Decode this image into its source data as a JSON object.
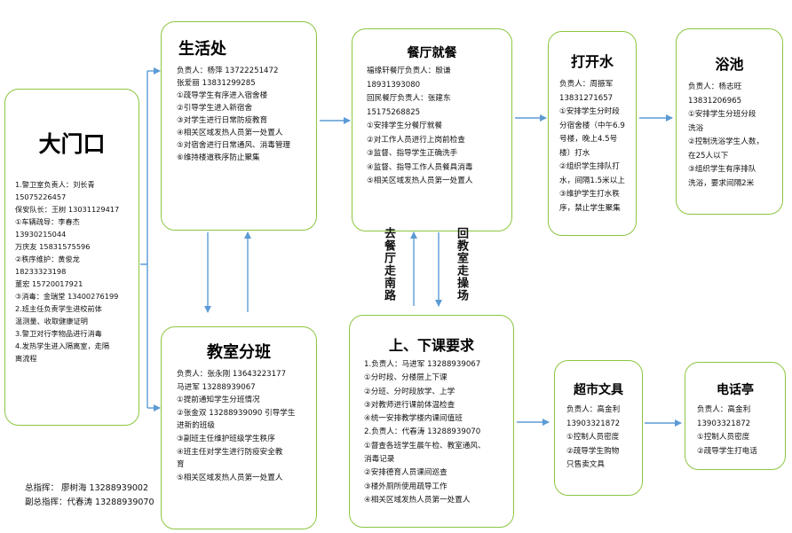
{
  "gate": {
    "title": "大门口",
    "lines": [
      "1.警卫室负责人：刘长青",
      "15075226457",
      "保安队长：王树 13031129417",
      "①车辆疏导：李春杰",
      "13930215044",
      "万庆友 15831575596",
      "②秩序维护：黄俊龙",
      "18233323198",
      "董宏 15720017921",
      "③消毒：金瑞堂 13400276199",
      "2.班主任负责学生进校前体",
      "温测量、收取健康证明",
      "3.警卫对行李物品进行消毒",
      "4.发热学生进入隔离室，走隔",
      "离流程"
    ]
  },
  "life": {
    "title": "生活处",
    "lines": [
      "负责人：杨萍 13722251472",
      "张爱丽 13831299285",
      "①疏导学生有序进入宿舍楼",
      "②引导学生进入新宿舍",
      "③对学生进行日常防疫教育",
      "④相关区域发热人员第一处置人",
      "⑤对宿舍进行日常通风、消毒管理",
      "⑥维持楼道秩序防止聚集"
    ]
  },
  "dining": {
    "title": "餐厅就餐",
    "lines": [
      "福缘轩餐厅负责人：殷谦",
      "18931393080",
      "回民餐厅负责人：张建东",
      "15175268825",
      "①安排学生分餐厅就餐",
      "②对工作人员进行上岗前检查",
      "③监督、指导学生正确洗手",
      "④监督、指导工作人员餐具消毒",
      "⑤相关区域发热人员第一处置人"
    ]
  },
  "water": {
    "title": "打开水",
    "lines": [
      "负责人：周振军",
      "13831271657",
      "①安排学生分时段",
      "分宿舍楼（中午6.9",
      "号楼，晚上4.5号",
      "楼）打水",
      "②组织学生排队打",
      "水，间隔1.5米以上",
      "③维护学生打水秩",
      "序，禁止学生聚集"
    ]
  },
  "bath": {
    "title": "浴池",
    "lines": [
      "负责人：杨志旺",
      "13831206965",
      "①安排学生分班分段",
      "洗浴",
      "②控制洗浴学生人数，",
      "在25人以下",
      "③组织学生有序排队",
      "洗浴，要求间隔2米"
    ]
  },
  "classroom": {
    "title": "教室分班",
    "lines": [
      "负责人：张永刚 13643223177",
      "马进军 13288939067",
      "①提前通知学生分班情况",
      "②张金双 13288939090 引导学生",
      "进新的班级",
      "③副班主任维护班级学生秩序",
      "④班主任对学生进行防疫安全教",
      "育",
      "⑤相关区域发热人员第一处置人"
    ]
  },
  "classes": {
    "title": "上、下课要求",
    "lines": [
      "1.负责人：马进军 13288939067",
      "①分时段、分楼层上下课",
      "②分班、分时段放学、上学",
      "③对教师进行课前体温检查",
      "④统一安排教学楼内课间值班",
      "2.负责人：代春涛 13288939070",
      "①督查各班学生晨午检、教室通风、",
      "消毒记录",
      "②安排德育人员课间巡查",
      "③楼外厕所使用疏导工作",
      "④相关区域发热人员第一处置人"
    ]
  },
  "supermarket": {
    "title": "超市文具",
    "lines": [
      "负责人：高金利",
      "13903321872",
      "①控制人员密度",
      "②疏导学生购物",
      "只售卖文具"
    ]
  },
  "phone": {
    "title": "电话亭",
    "lines": [
      "负责人：高金利",
      "13903321872",
      "①控制人员密度",
      "②疏导学生打电话"
    ]
  },
  "labels": {
    "to_dining": "去餐厅走南路",
    "back_classroom": "回教室走操场"
  },
  "footer": {
    "chief": "总指挥：   廖树海 13288939002",
    "deputy": "副总指挥：代春涛 13288939070"
  },
  "colors": {
    "box_border": "#8cc63f",
    "arrow": "#5b9bd5"
  }
}
